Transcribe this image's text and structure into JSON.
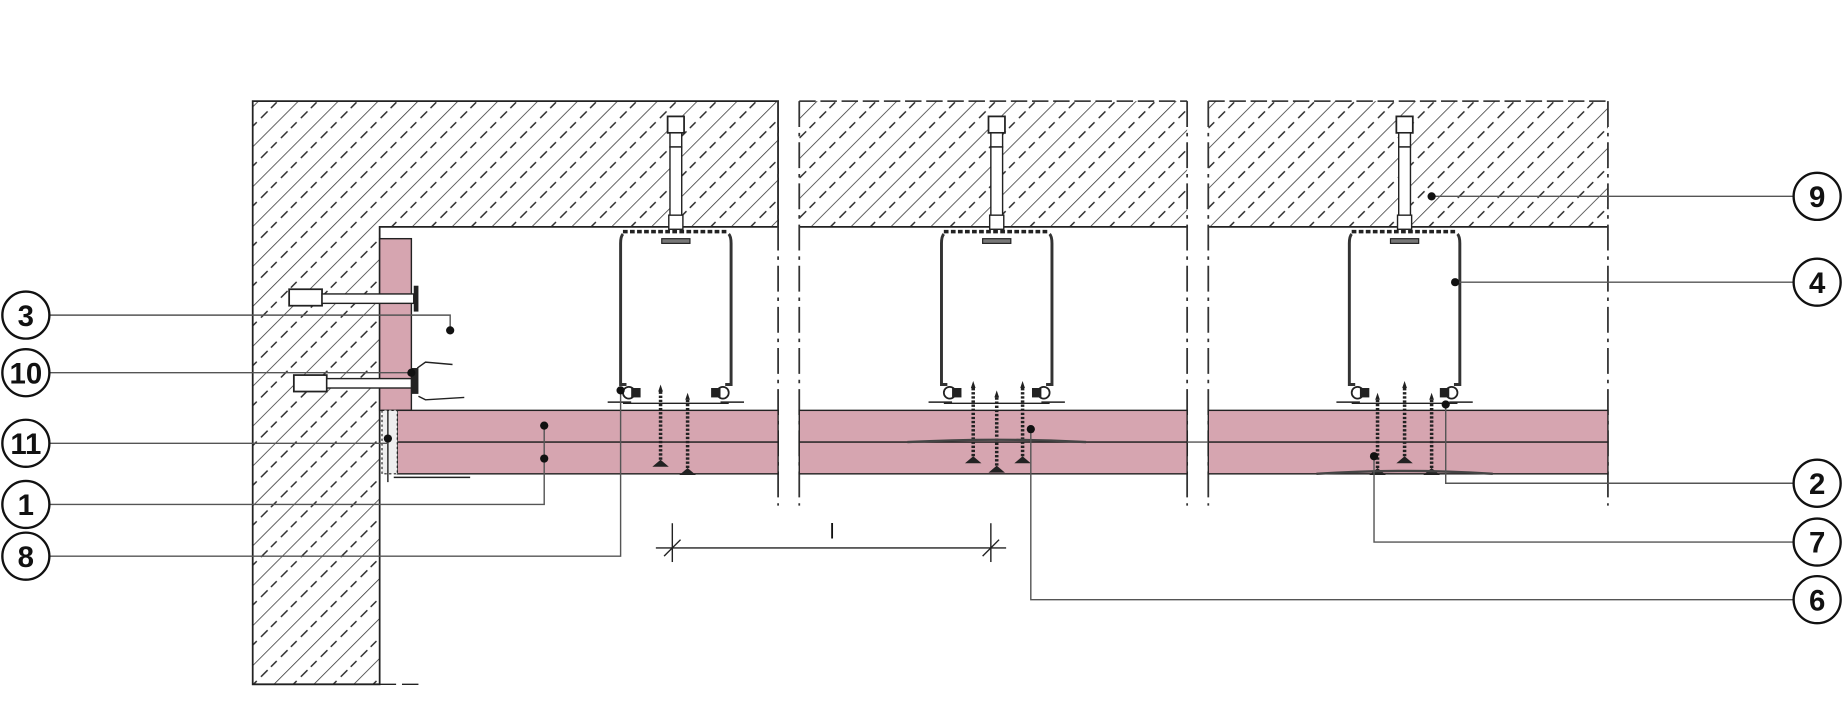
{
  "drawing": {
    "colors": {
      "board": "#d6a5b0",
      "line": "#222222",
      "hatch": "#333333"
    },
    "dimension_label": "l",
    "callouts_left": [
      {
        "label": "3"
      },
      {
        "label": "10"
      },
      {
        "label": "11"
      },
      {
        "label": "1"
      },
      {
        "label": "8"
      }
    ],
    "callouts_right": [
      {
        "label": "9"
      },
      {
        "label": "4"
      },
      {
        "label": "2"
      },
      {
        "label": "7"
      },
      {
        "label": "6"
      }
    ]
  }
}
